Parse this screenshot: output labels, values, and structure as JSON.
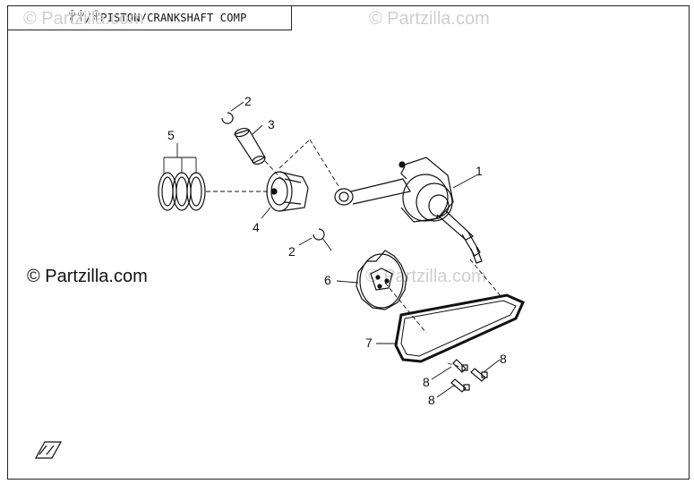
{
  "title": "ꅌꅌ/ꅌPISTON/CRANKSHAFT COMP",
  "watermarks": [
    "© Partzilla.com",
    "© Partzilla.com",
    "© Partzilla.com"
  ],
  "copyright": "© Partzilla.com",
  "callouts": {
    "c1": "1",
    "c2a": "2",
    "c2b": "2",
    "c3": "3",
    "c4": "4",
    "c5": "5",
    "c6": "6",
    "c7": "7",
    "c8a": "8",
    "c8b": "8",
    "c8c": "8"
  }
}
